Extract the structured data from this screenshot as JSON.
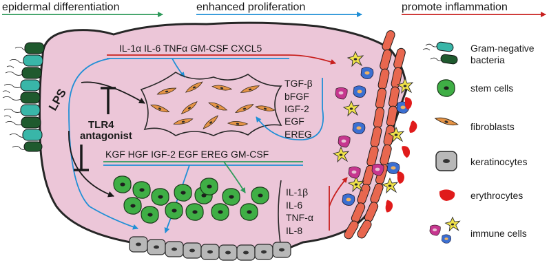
{
  "headers": {
    "differentiation": "epidermal differentiation",
    "proliferation": "enhanced proliferation",
    "inflammation": "promote inflammation"
  },
  "cytokines": {
    "top": "IL-1α IL-6 TNFα GM-CSF CXCL5",
    "middle": "KGF HGF IGF-2 EGF EREG GM-CSF",
    "fibroblast_factors": [
      "TGF-β",
      "bFGF",
      "IGF-2",
      "EGF",
      "EREG"
    ],
    "stem_factors": [
      "IL-1β",
      "IL-6",
      "TNF-α",
      "IL-8"
    ]
  },
  "labels": {
    "lps": "LPS",
    "tlr4_line1": "TLR4",
    "tlr4_line2": "antagonist"
  },
  "legend": {
    "bacteria_line1": "Gram-negative",
    "bacteria_line2": "bacteria",
    "stem": "stem cells",
    "fibro": "fibroblasts",
    "kerat": "keratinocytes",
    "ery": "erythrocytes",
    "immune": "immune cells"
  },
  "colors": {
    "green": "#2e9a5a",
    "blue": "#1f8fd6",
    "red": "#c8201e",
    "tissue": "#ecc6d8",
    "cell_green": "#3fae45",
    "fibro": "#e59446",
    "kerat": "#b8b8b8",
    "ery": "#e01b1b",
    "bact_dark": "#1f5a2e",
    "bact_teal": "#39b6a8",
    "vessel": "#e8674f",
    "immune_blue": "#3b6fd1",
    "immune_pink": "#c6368f",
    "immune_yellow": "#f1e34a"
  }
}
